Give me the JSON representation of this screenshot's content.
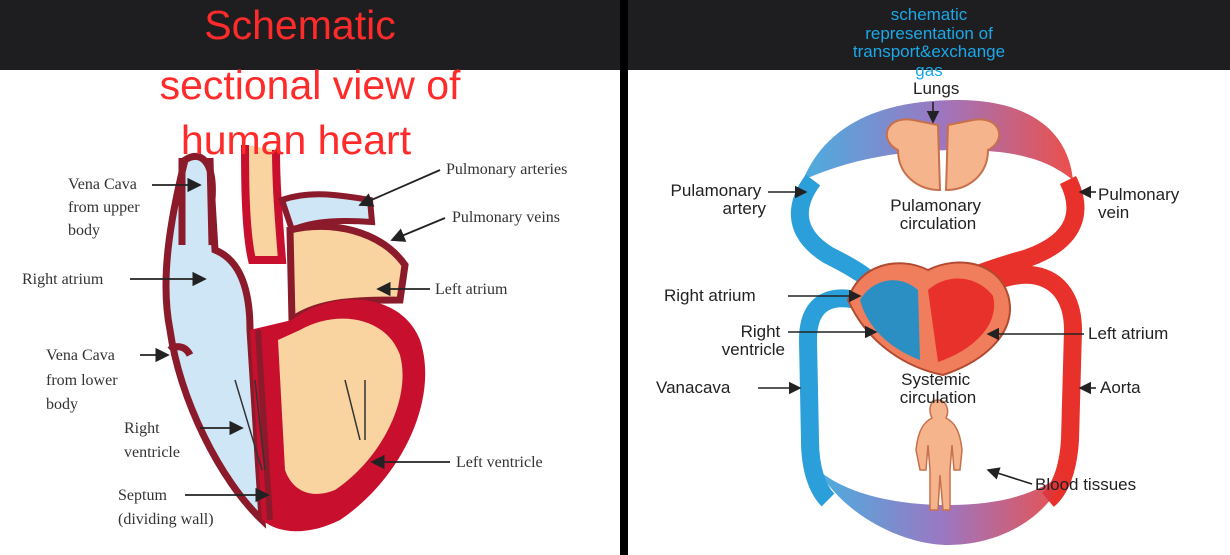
{
  "left_panel": {
    "title_lines": [
      "Schematic",
      "sectional view of",
      "human heart"
    ],
    "labels": {
      "vena_cava_upper": [
        "Vena Cava",
        "from upper",
        "body"
      ],
      "right_atrium": "Right atrium",
      "vena_cava_lower": [
        "Vena Cava",
        "from lower",
        "body"
      ],
      "right_ventricle": [
        "Right",
        "ventricle"
      ],
      "septum": [
        "Septum",
        "(dividing wall)"
      ],
      "pulmonary_arteries": "Pulmonary arteries",
      "pulmonary_veins": "Pulmonary veins",
      "left_atrium": "Left atrium",
      "left_ventricle": "Left ventricle"
    }
  },
  "right_panel": {
    "caption_lines": [
      "schematic",
      "representation of",
      "transport&exchange",
      "gas"
    ],
    "labels": {
      "lungs": "Lungs",
      "pulmonary_artery": [
        "Pulamonary",
        "artery"
      ],
      "pulmonary_circulation": [
        "Pulamonary",
        "circulation"
      ],
      "pulmonary_vein": [
        "Pulmonary",
        "vein"
      ],
      "right_atrium": "Right atrium",
      "right_ventricle": [
        "Right",
        "ventricle"
      ],
      "left_atrium": "Left atrium",
      "vena_cava": "Vanacava",
      "systemic_circulation": [
        "Systemic",
        "circulation"
      ],
      "aorta": "Aorta",
      "blood_tissues": "Blood tissues"
    }
  },
  "colors": {
    "title_red": "#ff2a2a",
    "caption_blue": "#1aa8e8",
    "deoxygenated_blue": "#2b9fd9",
    "oxygenated_red": "#e8312b",
    "heart_wall": "#c8102e",
    "atrium_fill_left": "#f9d3a0",
    "atrium_fill_right": "#cfe6f7"
  }
}
